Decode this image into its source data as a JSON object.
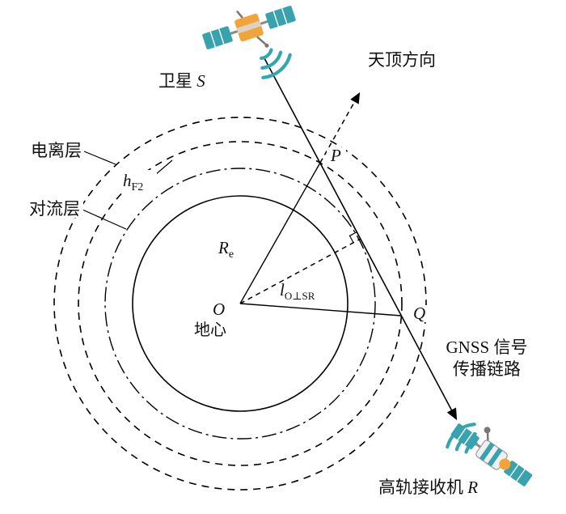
{
  "colors": {
    "panel_teal": "#38a3af",
    "body_orange": "#f0a43a",
    "signal_teal": "#35a5b1",
    "ink": "#000000"
  },
  "labels": {
    "satellite_cn": "卫星 ",
    "satellite_var": "S",
    "zenith": "天顶方向",
    "ionosphere": "电离层",
    "hf2_base": "h",
    "hf2_sub": "F2",
    "troposphere": "对流层",
    "re_base": "R",
    "re_sub": "e",
    "center_o": "O",
    "earth_center": "地心",
    "l_base": "l",
    "l_sub": "O⊥SR",
    "point_p": "P",
    "point_q": "Q",
    "gnss_line1": "GNSS 信号",
    "gnss_line2": "传播链路",
    "receiver_cn": "高轨接收机 ",
    "receiver_var": "R"
  }
}
